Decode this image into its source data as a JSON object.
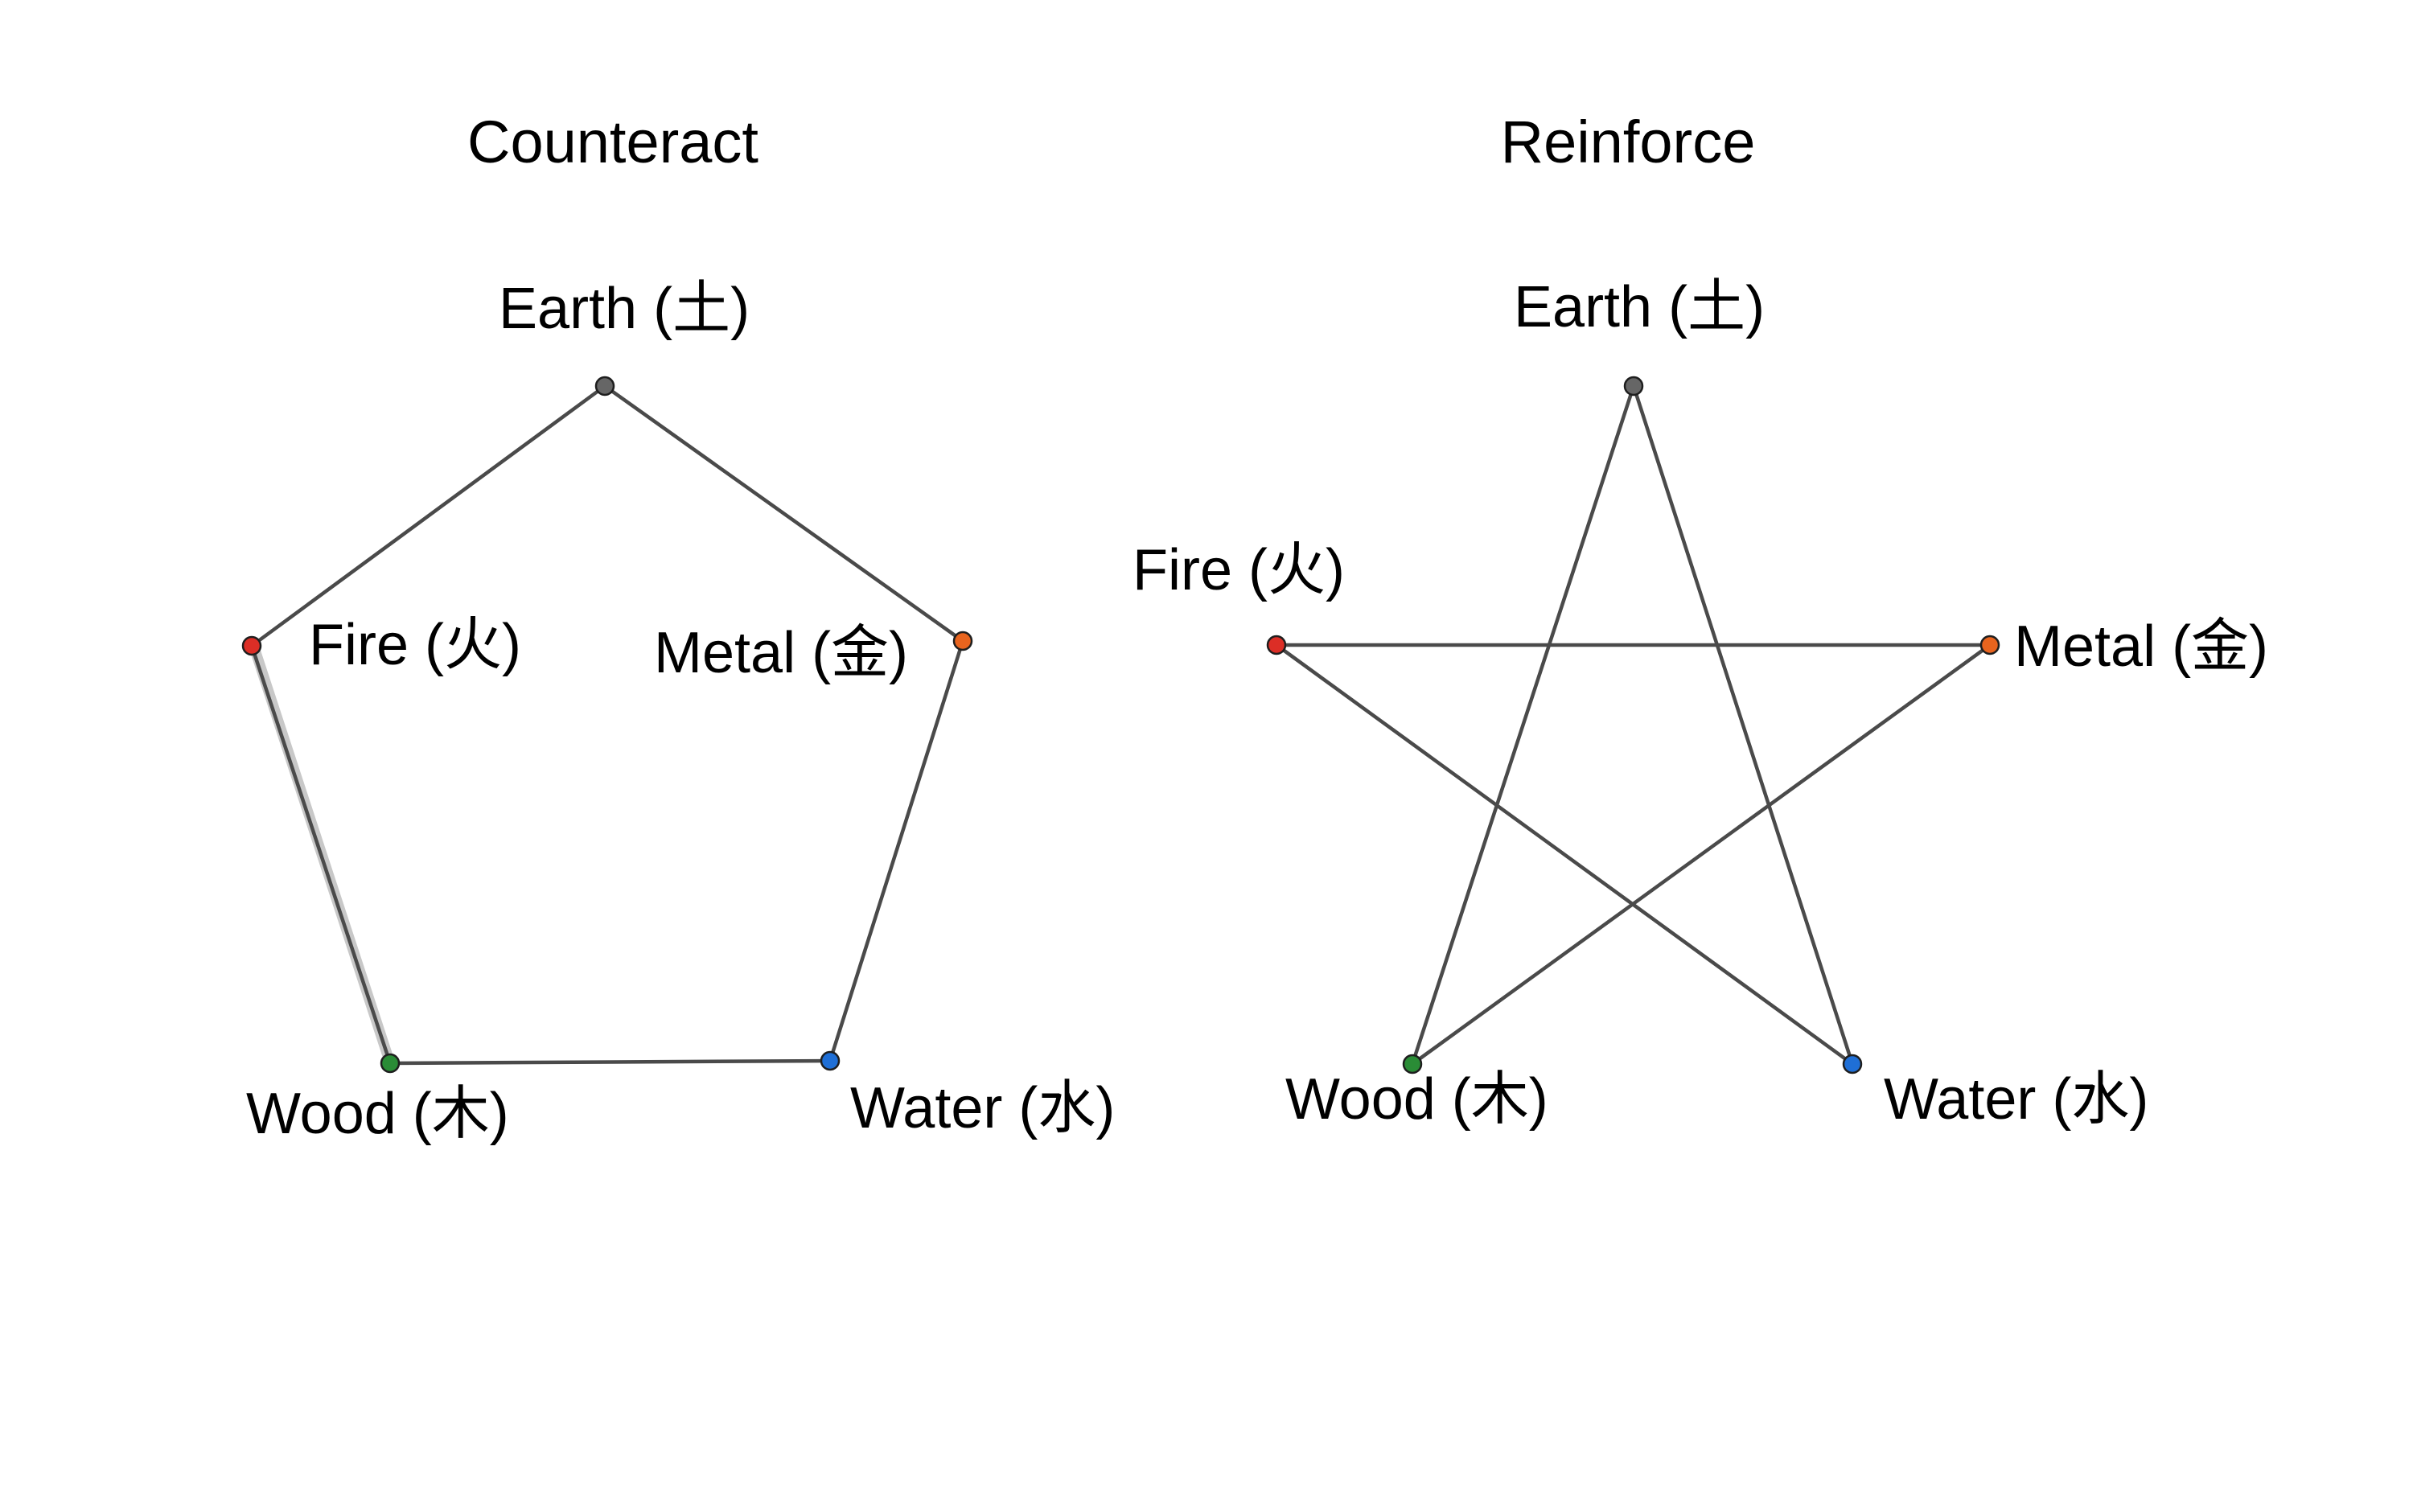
{
  "panels": [
    {
      "id": "counteract",
      "title": "Counteract",
      "nodes": [
        {
          "key": "earth",
          "label": "Earth (土)",
          "color": "#666666"
        },
        {
          "key": "metal",
          "label": "Metal (金)",
          "color": "#e8641e"
        },
        {
          "key": "water",
          "label": "Water (水)",
          "color": "#1f6fd6"
        },
        {
          "key": "wood",
          "label": "Wood (木)",
          "color": "#2a8c36"
        },
        {
          "key": "fire",
          "label": "Fire (火)",
          "color": "#dc2e26"
        }
      ],
      "edges": [
        {
          "from": "earth",
          "to": "metal"
        },
        {
          "from": "metal",
          "to": "water"
        },
        {
          "from": "water",
          "to": "wood"
        },
        {
          "from": "wood",
          "to": "fire"
        },
        {
          "from": "fire",
          "to": "earth"
        }
      ]
    },
    {
      "id": "reinforce",
      "title": "Reinforce",
      "nodes": [
        {
          "key": "earth",
          "label": "Earth (土)",
          "color": "#666666"
        },
        {
          "key": "metal",
          "label": "Metal (金)",
          "color": "#e8641e"
        },
        {
          "key": "water",
          "label": "Water (水)",
          "color": "#1f6fd6"
        },
        {
          "key": "wood",
          "label": "Wood (木)",
          "color": "#2a8c36"
        },
        {
          "key": "fire",
          "label": "Fire (火)",
          "color": "#dc2e26"
        }
      ],
      "edges": [
        {
          "from": "earth",
          "to": "water"
        },
        {
          "from": "water",
          "to": "fire"
        },
        {
          "from": "fire",
          "to": "metal"
        },
        {
          "from": "metal",
          "to": "wood"
        },
        {
          "from": "wood",
          "to": "earth"
        }
      ]
    }
  ]
}
